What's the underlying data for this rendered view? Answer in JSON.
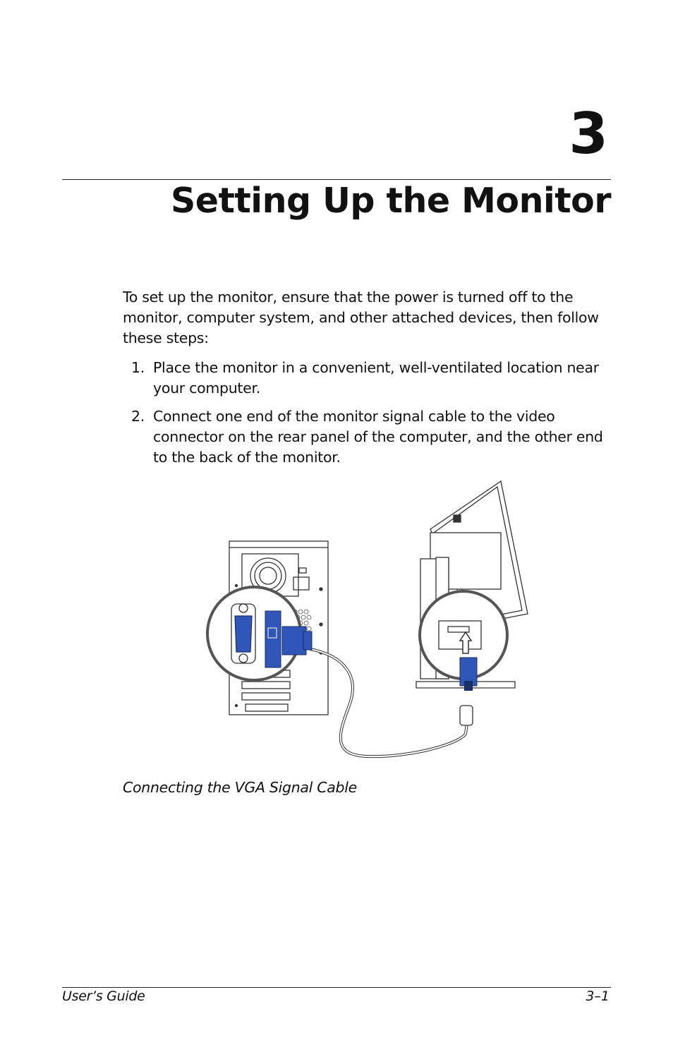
{
  "chapter": {
    "number": "3",
    "title": "Setting Up the Monitor"
  },
  "body": {
    "intro": "To set up the monitor, ensure that the power is turned off to the monitor, computer system, and other attached devices, then follow these steps:",
    "steps": [
      {
        "number": "1.",
        "text": "Place the monitor in a convenient, well-ventilated location near your computer."
      },
      {
        "number": "2.",
        "text": "Connect one end of the monitor signal cable to the video connector on the rear panel of the computer, and the other end to the back of the monitor."
      }
    ]
  },
  "figure": {
    "caption": "Connecting the VGA Signal Cable",
    "colors": {
      "connector": "#2f56b8",
      "line": "#333333",
      "circle": "#555555"
    }
  },
  "footer": {
    "left": "User’s Guide",
    "right": "3–1"
  }
}
